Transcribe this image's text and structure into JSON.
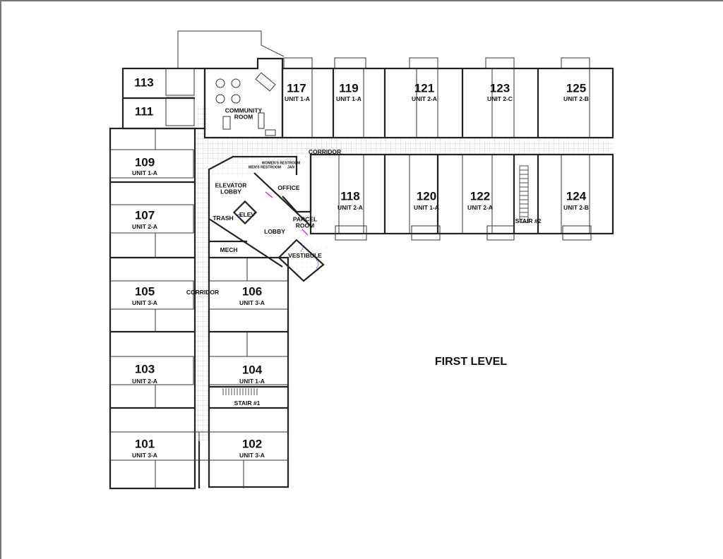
{
  "drawing": {
    "title": "FIRST LEVEL",
    "units": [
      {
        "number": "113",
        "type": ""
      },
      {
        "number": "111",
        "type": ""
      },
      {
        "number": "109",
        "type": "UNIT 1-A"
      },
      {
        "number": "107",
        "type": "UNIT 2-A"
      },
      {
        "number": "105",
        "type": "UNIT 3-A"
      },
      {
        "number": "103",
        "type": "UNIT 2-A"
      },
      {
        "number": "101",
        "type": "UNIT 3-A"
      },
      {
        "number": "102",
        "type": "UNIT 3-A"
      },
      {
        "number": "104",
        "type": "UNIT 1-A"
      },
      {
        "number": "106",
        "type": "UNIT 3-A"
      },
      {
        "number": "117",
        "type": "UNIT 1-A"
      },
      {
        "number": "119",
        "type": "UNIT 1-A"
      },
      {
        "number": "121",
        "type": "UNIT 2-A"
      },
      {
        "number": "123",
        "type": "UNIT 2-C"
      },
      {
        "number": "125",
        "type": "UNIT 2-B"
      },
      {
        "number": "118",
        "type": "UNIT 2-A"
      },
      {
        "number": "120",
        "type": "UNIT 1-A"
      },
      {
        "number": "122",
        "type": "UNIT 2-A"
      },
      {
        "number": "124",
        "type": "UNIT 2-B"
      }
    ],
    "rooms": {
      "community": "COMMUNITY ROOM",
      "corridor_east": "CORRIDOR",
      "corridor_south": "CORRIDOR",
      "elevator_lobby": "ELEVATOR LOBBY",
      "office": "OFFICE",
      "elev": "ELEV",
      "trash": "TRASH",
      "parcel": "PARCEL ROOM",
      "lobby": "LOBBY",
      "mech": "MECH",
      "vestibule": "VESTIBULE",
      "mens": "MEN'S RESTROOM",
      "womens": "WOMEN'S RESTROOM",
      "jan": "JAN",
      "stair1": "STAIR #1",
      "stair2": "STAIR #2"
    },
    "colors": {
      "wall": "#222222",
      "grid": "#c8c8c8",
      "door_accent": "#2233cc",
      "magenta_accent": "#dd00dd",
      "frame": "#777777"
    }
  }
}
